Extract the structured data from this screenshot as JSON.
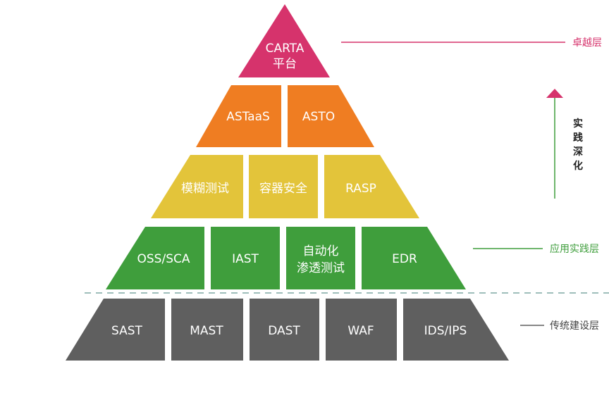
{
  "colors": {
    "top": "#d6336c",
    "orange": "#ef7d22",
    "yellow": "#e3c43a",
    "green": "#3f9e3c",
    "gray": "#5f5f5f",
    "divider": "#7fa8a4",
    "arrow": "#d6336c",
    "arrow_shaft": "#3f9e3c"
  },
  "pyramid": {
    "top": {
      "line1": "CARTA",
      "line2": "平台"
    },
    "row1": [
      "ASTaaS",
      "ASTO"
    ],
    "row2": [
      "模糊测试",
      "容器安全",
      "RASP"
    ],
    "row3": [
      {
        "line1": "OSS/SCA"
      },
      {
        "line1": "IAST"
      },
      {
        "line1": "自动化",
        "line2": "渗透测试"
      },
      {
        "line1": "EDR"
      }
    ],
    "row4": [
      "SAST",
      "MAST",
      "DAST",
      "WAF",
      "IDS/IPS"
    ]
  },
  "layers": {
    "top": "卓越层",
    "middle": "应用实践层",
    "bottom": "传统建设层"
  },
  "arrow_text": [
    "实",
    "践",
    "深",
    "化"
  ]
}
